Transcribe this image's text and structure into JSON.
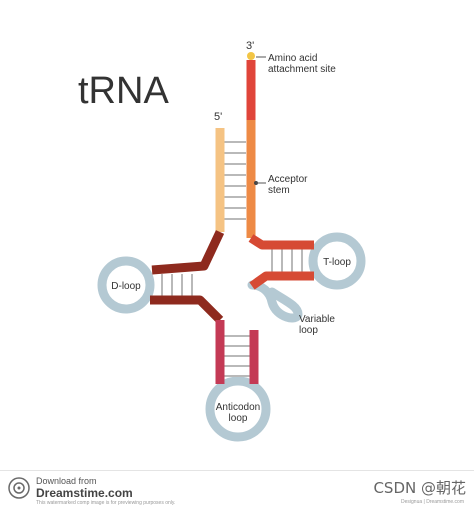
{
  "title": "tRNA",
  "ends": {
    "five_prime": "5'",
    "three_prime": "3'"
  },
  "labels": {
    "amino_acid_line1": "Amino acid",
    "amino_acid_line2": "attachment site",
    "acceptor_line1": "Acceptor",
    "acceptor_line2": "stem",
    "t_loop": "T-loop",
    "d_loop": "D-loop",
    "variable_line1": "Variable",
    "variable_line2": "loop",
    "anticodon_line1": "Anticodon",
    "anticodon_line2": "loop"
  },
  "colors": {
    "acceptor_strand": "#f5c383",
    "three_prime_strand": "#ee8a45",
    "three_prime_tip": "#e0453a",
    "d_arm": "#8e2a1e",
    "t_arm": "#d64a34",
    "anticodon_arm": "#c43a55",
    "loop": "#b4c9d3",
    "rung": "#b9b9b9",
    "site_dot": "#f2c545"
  },
  "footer": {
    "line1": "Download from",
    "line2": "Dreamstime.com",
    "small": "This watermarked comp image is for previewing purposes only.",
    "right_text": "CSDN @朝花",
    "id_small": "Designua | Dreamstime.com"
  }
}
